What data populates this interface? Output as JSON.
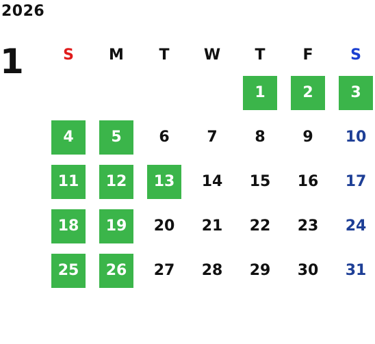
{
  "calendar": {
    "year": "2026",
    "month": "1",
    "weekdays": [
      "S",
      "M",
      "T",
      "W",
      "T",
      "F",
      "S"
    ],
    "weekday_colors": [
      "#e01b1b",
      "#111111",
      "#111111",
      "#111111",
      "#111111",
      "#111111",
      "#1a3fd1"
    ],
    "start_weekday_index": 4,
    "days_in_month": 31,
    "highlighted_days": [
      1,
      2,
      3,
      4,
      5,
      11,
      12,
      13,
      18,
      19,
      25,
      26
    ],
    "highlight_color": "#3bb54a",
    "saturday_color": "#1e3f96",
    "default_color": "#111111"
  }
}
